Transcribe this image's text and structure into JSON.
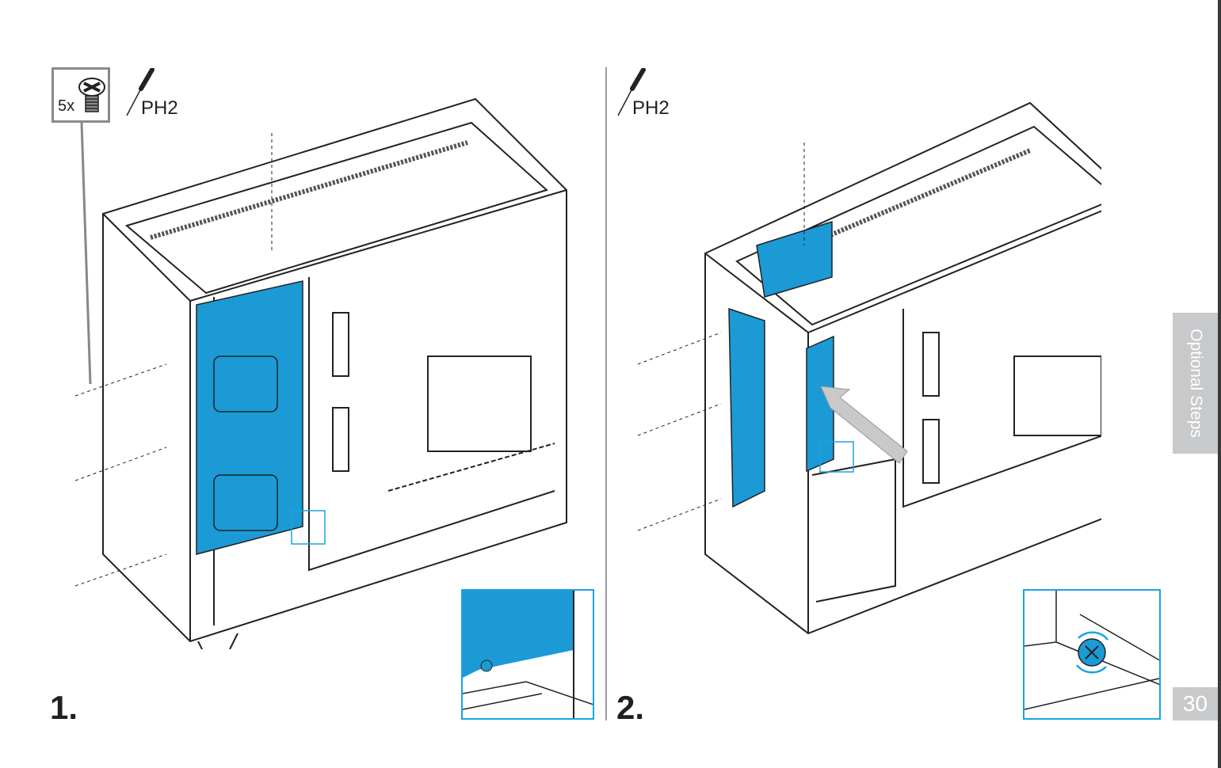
{
  "step1": {
    "number": "1.",
    "screw_quantity": "5x",
    "screw_icon": "screw-icon",
    "tool_icon": "screwdriver-icon",
    "tool_label": "PH2"
  },
  "step2": {
    "number": "2.",
    "tool_icon": "screwdriver-icon",
    "tool_label": "PH2"
  },
  "sidebar": {
    "section_label": "Optional Steps",
    "page_number": "30"
  },
  "colors": {
    "highlight_blue": "#1b9ad6",
    "inset_border": "#1aa3e0",
    "tab_gray": "#c8c9cb",
    "arrow_gray": "#c9c9c9"
  }
}
